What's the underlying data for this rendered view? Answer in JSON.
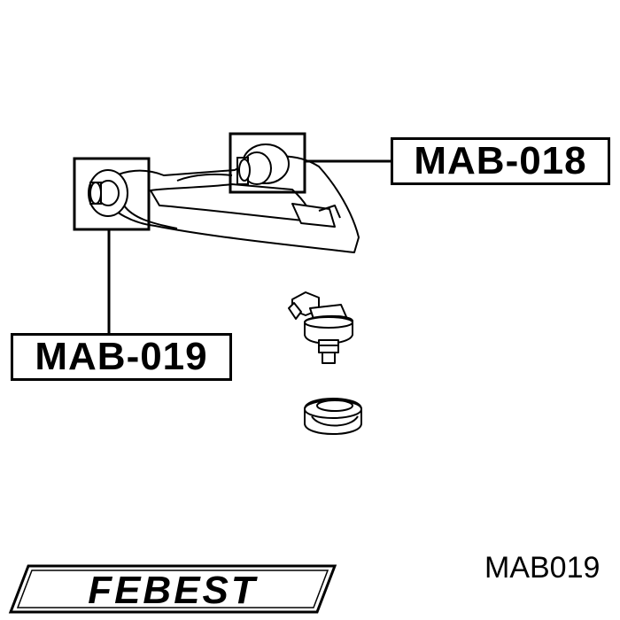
{
  "callouts": {
    "upper": {
      "label": "MAB-018"
    },
    "lower": {
      "label": "MAB-019"
    }
  },
  "footer": {
    "brand": "FEBEST",
    "part_number": "MAB019"
  }
}
